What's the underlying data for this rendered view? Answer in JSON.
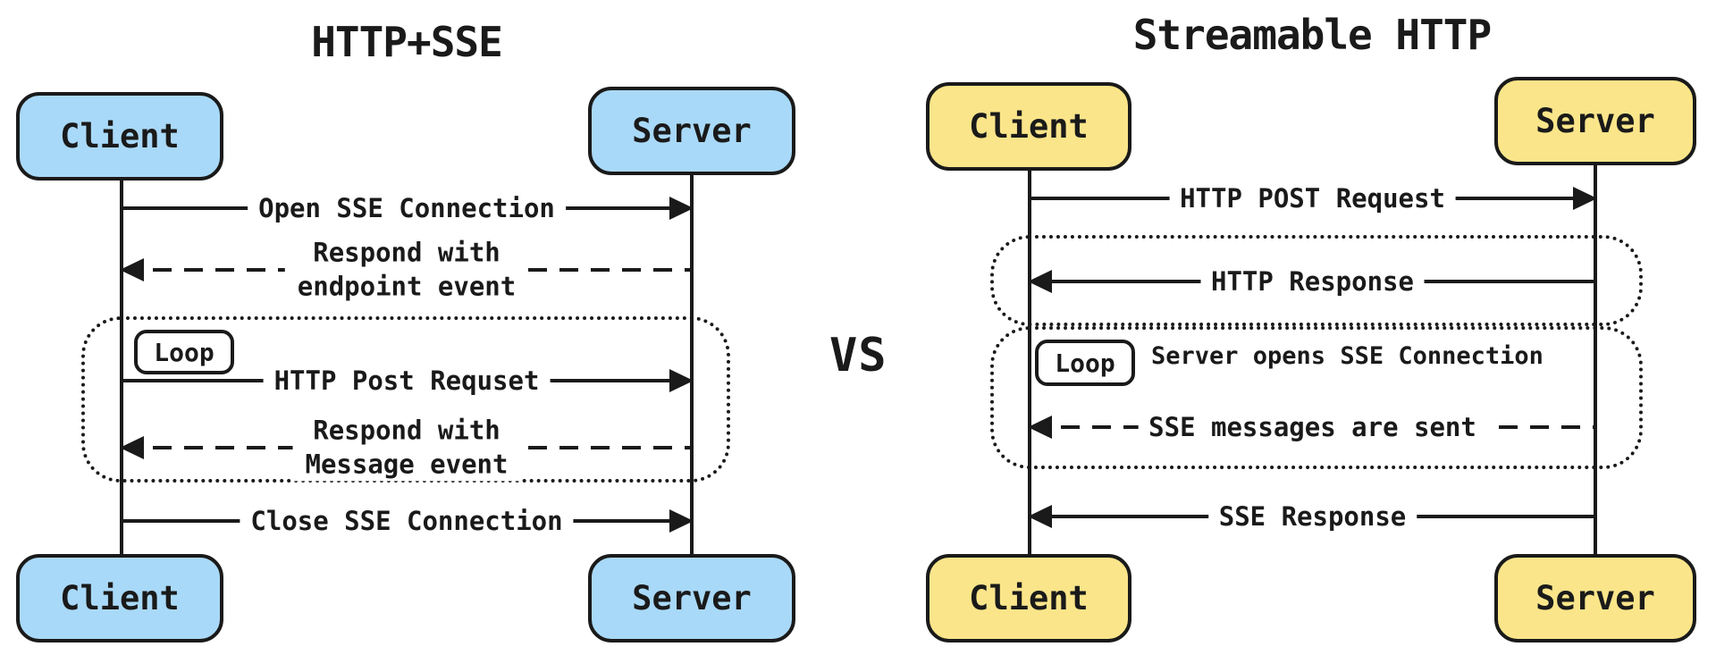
{
  "left": {
    "title": "HTTP+SSE",
    "actor_fill": "#a9d9f8",
    "line_color": "#1a1a1a",
    "top_client": "Client",
    "top_server": "Server",
    "bottom_client": "Client",
    "bottom_server": "Server",
    "loop": "Loop",
    "m1": "Open SSE Connection",
    "m2a": "Respond with",
    "m2b": "endpoint event",
    "m3": "HTTP Post Requset",
    "m4a": "Respond with",
    "m4b": "Message event",
    "m5": "Close SSE Connection"
  },
  "vs": "VS",
  "right": {
    "title": "Streamable HTTP",
    "actor_fill": "#fae58a",
    "line_color": "#1a1a1a",
    "top_client": "Client",
    "top_server": "Server",
    "bottom_client": "Client",
    "bottom_server": "Server",
    "loop": "Loop",
    "loop_note": "Server opens SSE Connection",
    "m1": "HTTP POST Request",
    "m2": "HTTP Response",
    "m3": "SSE messages are sent",
    "m4": "SSE Response"
  }
}
